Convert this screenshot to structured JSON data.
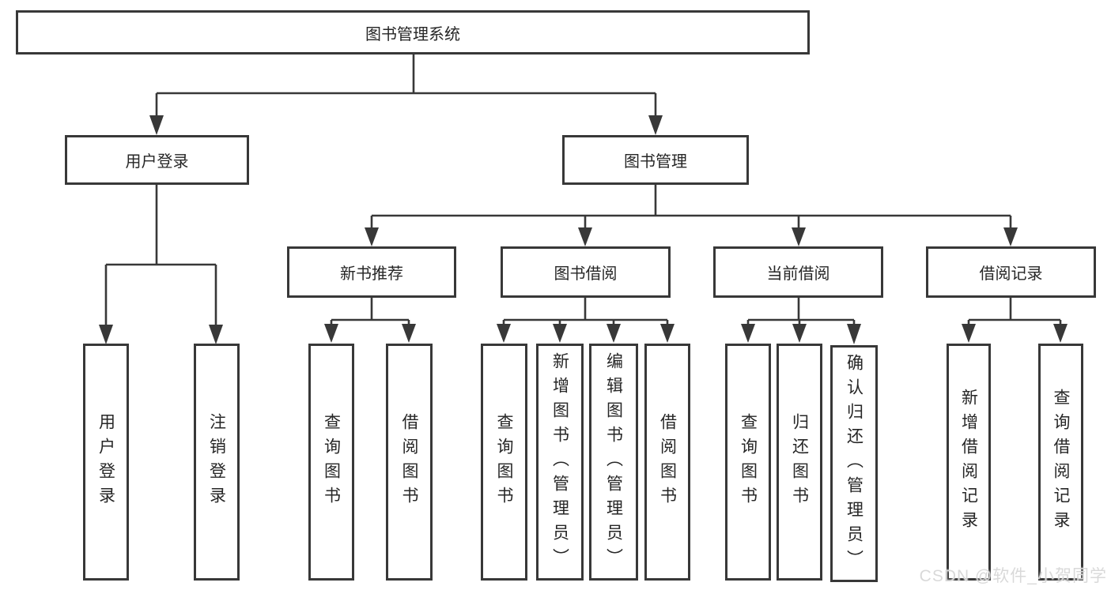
{
  "diagram": {
    "root": "图书管理系统",
    "level2": {
      "login": "用户登录",
      "mgmt": "图书管理"
    },
    "level3": {
      "recommend": "新书推荐",
      "borrow": "图书借阅",
      "current": "当前借阅",
      "records": "借阅记录"
    },
    "login_children": [
      "用户登录",
      "注销登录"
    ],
    "recommend_children": [
      "查询图书",
      "借阅图书"
    ],
    "borrow_children": [
      "查询图书",
      "新增图书（管理员）",
      "编辑图书（管理员）",
      "借阅图书"
    ],
    "current_children": [
      "查询图书",
      "归还图书",
      "确认归还（管理员）"
    ],
    "records_children": [
      "新增借阅记录",
      "查询借阅记录"
    ],
    "line_color": "#383838"
  },
  "watermark": "CSDN @软件_小贺同学"
}
